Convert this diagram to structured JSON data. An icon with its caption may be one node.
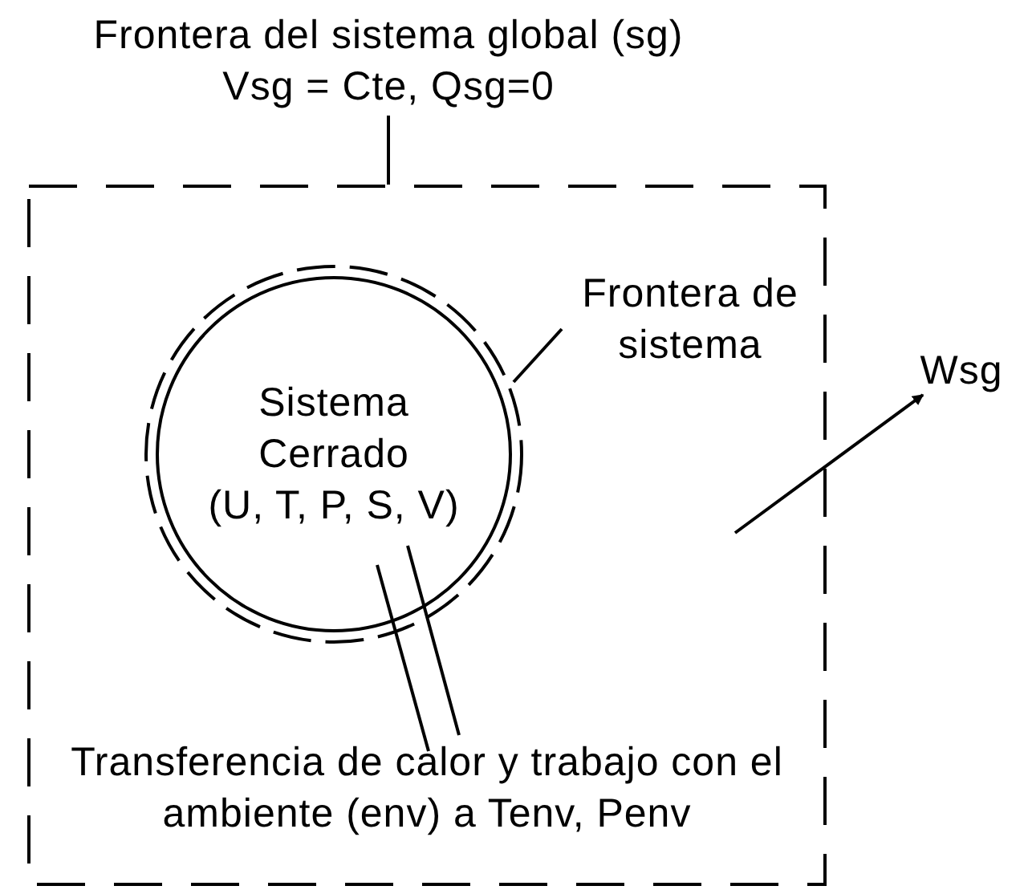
{
  "diagram": {
    "nodes": [
      {
        "text": [],
        "shape": "box"
      },
      {
        "text": [
          "Frontera del sistema global (sg)",
          "Vsg = Cte, Qsg=0"
        ]
      },
      {
        "text": [],
        "shape": "circle",
        "in": 0
      },
      {
        "text": [
          "Sistema Cerrado",
          "(U, T, P, S, V)"
        ],
        "in": 2
      },
      {
        "text": [
          "Frontera de sistema"
        ],
        "in": 0
      },
      {
        "text": [
          "Transferencia de calor y trabajo con el ambiente (env) a Tenv, Penv"
        ],
        "in": 0
      },
      {
        "text": [
          "Wsg"
        ]
      }
    ],
    "edges": [
      {
        "from": 1,
        "to": 0,
        "arrow": "none"
      },
      {
        "from": 4,
        "to": 2,
        "arrow": "none"
      },
      {
        "from": 5,
        "to": 3,
        "arrow": "none"
      },
      {
        "from": 5,
        "to": 3,
        "arrow": "none"
      },
      {
        "from": null,
        "to": 6,
        "arrow": "to"
      }
    ]
  }
}
